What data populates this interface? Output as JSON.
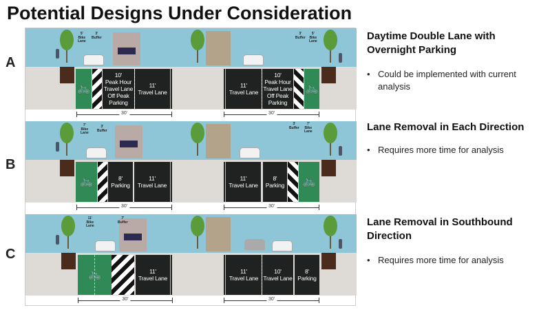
{
  "title": "Potential Designs Under Consideration",
  "options": [
    {
      "letter": "A",
      "title": "Daytime Double Lane with Overnight Parking",
      "bullet": "Could be implemented with current analysis",
      "left_labels": {
        "bike": "5'\nBike\nLane",
        "buffer": "3'\nBuffer"
      },
      "right_labels": {
        "buffer": "3'\nBuffer",
        "bike": "5'\nBike\nLane"
      },
      "left_lanes": [
        "10'\nPeak Hour\nTravel Lane\nOff Peak\nParking",
        "11'\nTravel Lane"
      ],
      "right_lanes": [
        "11'\nTravel Lane",
        "10'\nPeak Hour\nTravel Lane\nOff Peak\nParking"
      ],
      "width": "30'"
    },
    {
      "letter": "B",
      "title": "Lane Removal in Each Direction",
      "bullet": "Requires more time for analysis",
      "left_labels": {
        "bike": "7'\nBike\nLane",
        "buffer": "3'\nBuffer"
      },
      "right_labels": {
        "buffer": "3'\nBuffer",
        "bike": "7'\nBike\nLane"
      },
      "left_lanes": [
        "8'\nParking",
        "11'\nTravel Lane"
      ],
      "right_lanes": [
        "11'\nTravel Lane",
        "8'\nParking"
      ],
      "width": "30'"
    },
    {
      "letter": "C",
      "title": "Lane Removal in Southbound Direction",
      "bullet": "Requires more time for analysis",
      "left_labels": {
        "bike": "11'\nBike\nLane",
        "buffer": "7'\nBuffer"
      },
      "left_lanes": [
        "11'\nTravel Lane"
      ],
      "right_lanes": [
        "11'\nTravel Lane",
        "10'\nTravel Lane",
        "8'\nParking"
      ],
      "width": "30'"
    }
  ],
  "icons": {
    "bike": "🚲"
  }
}
